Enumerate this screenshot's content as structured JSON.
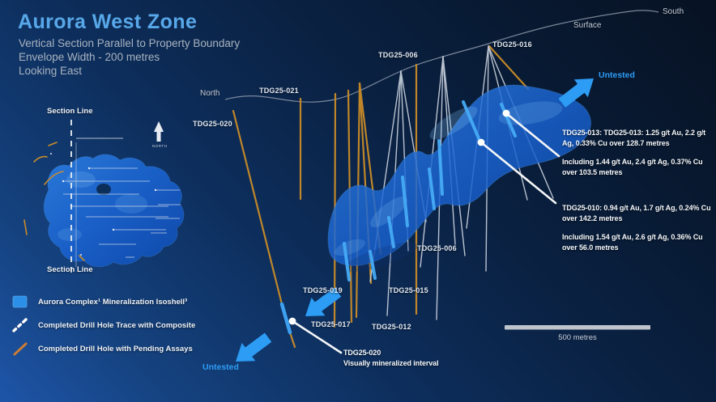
{
  "header": {
    "title": "Aurora West Zone",
    "subtitle1": "Vertical Section Parallel to Property Boundary",
    "subtitle2": "Envelope Width - 200 metres",
    "subtitle3": "Looking East"
  },
  "direction_labels": {
    "north": "North",
    "south": "South",
    "surface": "Surface"
  },
  "untested": {
    "top": "Untested",
    "bottom": "Untested"
  },
  "inset": {
    "section_line_top": "Section Line",
    "section_line_bottom": "Section Line",
    "north_label": "NORTH"
  },
  "drill_hole_labels": {
    "tdg25_020": "TDG25-020",
    "tdg25_021": "TDG25-021",
    "tdg25_006_upper": "TDG25-006",
    "tdg25_016": "TDG25-016",
    "tdg25_006_lower": "TDG25-006",
    "tdg25_015": "TDG25-015",
    "tdg25_019": "TDG25-019",
    "tdg25_017": "TDG25-017",
    "tdg25_012": "TDG25-012"
  },
  "annotations": {
    "tdg25_013": "TDG25-013: TDG25-013: 1.25 g/t Au, 2.2 g/t Ag, 0.33% Cu over 128.7 metres",
    "tdg25_013_including": "Including 1.44 g/t Au, 2.4 g/t  Ag, 0.37% Cu over 103.5 metres",
    "tdg25_010": "TDG25-010: 0.94 g/t Au, 1.7 g/t Ag, 0.24% Cu over 142.2 metres",
    "tdg25_010_including": "Including 1.54 g/t Au, 2.6 g/t Ag, 0.36% Cu over 56.0 metres",
    "tdg25_020_title": "TDG25-020",
    "tdg25_020_note": "Visually mineralized interval"
  },
  "legend": {
    "items": [
      {
        "icon": "isoshell-swatch-icon",
        "label": "Aurora Complex¹ Mineralization Isoshell³"
      },
      {
        "icon": "composite-trace-icon",
        "label": "Completed Drill Hole Trace with Composite"
      },
      {
        "icon": "pending-trace-icon",
        "label": "Completed Drill Hole with Pending Assays"
      }
    ]
  },
  "scale_bar": {
    "label": "500 metres"
  },
  "colors": {
    "title_blue": "#58a8e9",
    "untested_blue": "#2e9cf5",
    "isoshell_blue": "#1f6fd9",
    "composite_blue": "#46abf6",
    "pending_orange": "#c98c28",
    "arrow_blue": "#2d9cf4"
  }
}
